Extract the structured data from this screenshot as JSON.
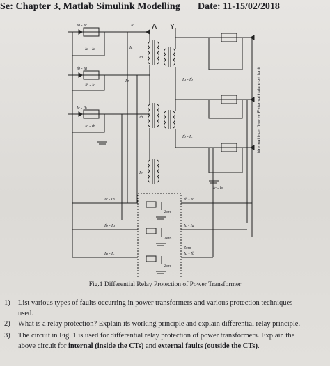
{
  "header": {
    "left_text": "Se: Chapter 3, Matlab Simulink Modelling",
    "right_text": "Date: 11-15/02/2018"
  },
  "figure": {
    "caption": "Fig.1 Differential Relay Protection of Power Transformer",
    "vertical_label": "Normal load flow or External balanced fault",
    "labels": {
      "ia_ic_top": "Ia - Ic",
      "ia_ic_2": "Ia - Ic",
      "ib_ia": "Ib - Ia",
      "ib_ia_2": "Ib - Ia",
      "ic_ib": "Ic - Ib",
      "ic_ib_2": "Ic - Ib",
      "ia": "Ia",
      "ib": "Ib",
      "ic": "Ic",
      "ia_small": "Ia",
      "ib_small": "Ib",
      "ic_small": "Ic",
      "ia_ib_r": "Ia - Ib",
      "ib_ic_r": "Ib - Ic",
      "ic_ia_r": "Ic - Ia",
      "ic_ib_bot": "Ic - Ib",
      "ib_ia_bot": "Ib - Ia",
      "ia_ic_bot": "Ia - Ic",
      "ib_ic_bot": "Ib - Ic",
      "ic_ia_bot": "Ic - Ia",
      "ia_ib_bot": "Ia - Ib",
      "zero_1": "Zero",
      "zero_2": "Zero",
      "zero_3": "Zero",
      "zero_4": "Zero",
      "delta": "Δ",
      "wye": "Y"
    }
  },
  "questions": [
    {
      "num": "1)",
      "text": "List various types of faults occurring in power transformers and various protection techniques",
      "cont": "used."
    },
    {
      "num": "2)",
      "text": "What is a relay protection? Explain its working principle and explain differential relay principle."
    },
    {
      "num": "3)",
      "text": "The circuit in Fig. 1 is used for differential relay protection of power transformers. Explain the",
      "cont_pre": "above circuit for ",
      "cont_b1": "internal (inside the CTs)",
      "cont_mid": " and ",
      "cont_b2": "external faults (outside the CTs)",
      "cont_post": "."
    }
  ]
}
